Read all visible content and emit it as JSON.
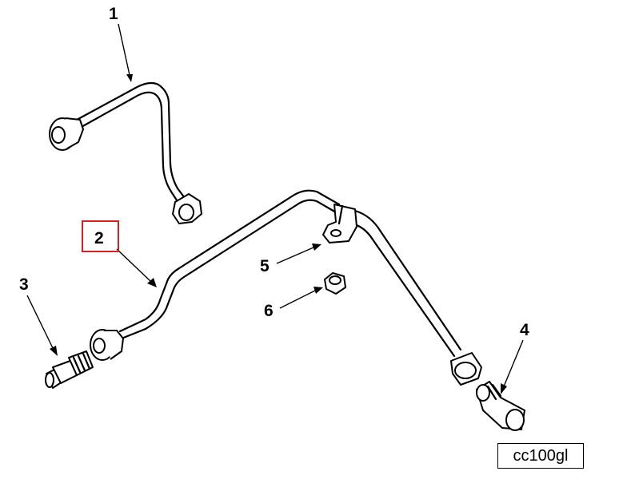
{
  "callouts": {
    "c1": "1",
    "c2": "2",
    "c3": "3",
    "c4": "4",
    "c5": "5",
    "c6": "6"
  },
  "figure_ref": "cc100gl",
  "colors": {
    "line_art": "#000000",
    "highlight": "#d42027",
    "background": "#ffffff"
  }
}
